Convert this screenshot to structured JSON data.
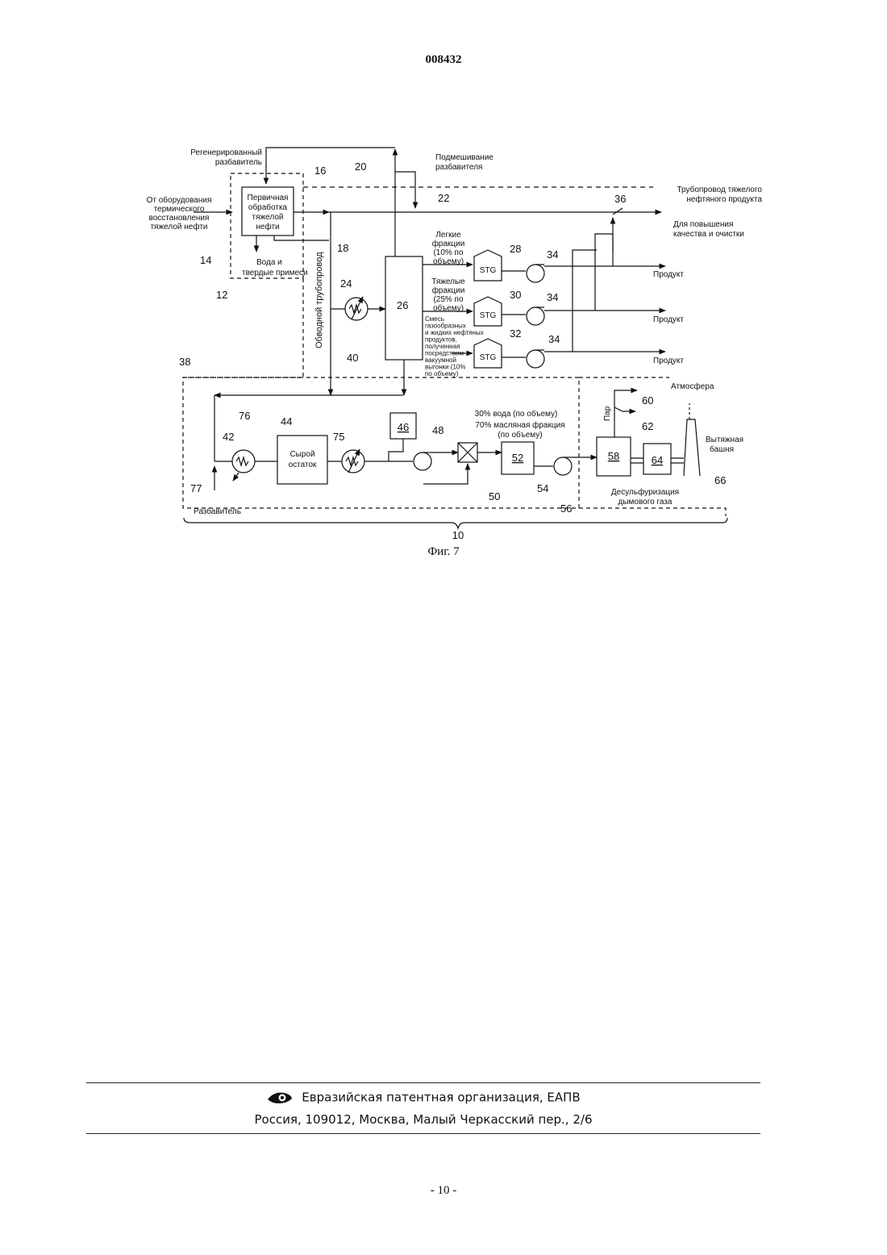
{
  "header": {
    "doc_number": "008432"
  },
  "figure": {
    "caption": "Фиг. 7",
    "labels": {
      "regen_diluent_1": "Регенерированный",
      "regen_diluent_2": "разбавитель",
      "mixing_1": "Подмешивание",
      "mixing_2": "разбавителя",
      "pipeline_1": "Трубопровод тяжелого",
      "pipeline_2": "нефтяного продукта",
      "upgrade_1": "Для повышения",
      "upgrade_2": "качества и очистки",
      "from_equipment_1": "От оборудования",
      "from_equipment_2": "термического",
      "from_equipment_3": "восстановления",
      "from_equipment_4": "тяжелой нефти",
      "primary_1": "Первичная",
      "primary_2": "обработка",
      "primary_3": "тяжелой",
      "primary_4": "нефти",
      "water_1": "Вода и",
      "water_2": "твердые примеси",
      "bypass": "Обводной трубопровод",
      "light_1": "Легкие",
      "light_2": "фракции",
      "light_3": "(10% по",
      "light_4": "объему)",
      "heavy_1": "Тяжелые",
      "heavy_2": "фракции",
      "heavy_3": "(25% по",
      "heavy_4": "объему)",
      "mix_1": "Смесь",
      "mix_2": "газообразных",
      "mix_3": "и жидких нефтяных",
      "mix_4": "продуктов,",
      "mix_5": "полученная",
      "mix_6": "посредством",
      "mix_7": "вакуумной",
      "mix_8": "выгонки (10%",
      "mix_9": "по объему)",
      "stg": "STG",
      "product": "Продукт",
      "raw_residue_1": "Сырой",
      "raw_residue_2": "остаток",
      "water30": "30% вода (по объему)",
      "oil70_1": "70% масляная фракция",
      "oil70_2": "(по объему)",
      "atmosphere": "Атмосфера",
      "steam": "Пар",
      "exhaust_1": "Вытяжная",
      "exhaust_2": "башня",
      "desulf_1": "Десульфуризация",
      "desulf_2": "дымового газа",
      "diluent": "Разбавитель"
    },
    "refs": {
      "r10": "10",
      "r12": "12",
      "r14": "14",
      "r16": "16",
      "r18": "18",
      "r20": "20",
      "r22": "22",
      "r24": "24",
      "r26": "26",
      "r28": "28",
      "r30": "30",
      "r32": "32",
      "r34": "34",
      "r36": "36",
      "r38": "38",
      "r40": "40",
      "r42": "42",
      "r44": "44",
      "r46": "46",
      "r48": "48",
      "r50": "50",
      "r52": "52",
      "r54": "54",
      "r56": "56",
      "r58": "58",
      "r60": "60",
      "r62": "62",
      "r64": "64",
      "r66": "66",
      "r75": "75",
      "r76": "76",
      "r77": "77"
    }
  },
  "footer": {
    "org": "Евразийская патентная организация, ЕАПВ",
    "address": "Россия, 109012, Москва, Малый Черкасский пер., 2/6"
  },
  "page_number": "- 10 -"
}
